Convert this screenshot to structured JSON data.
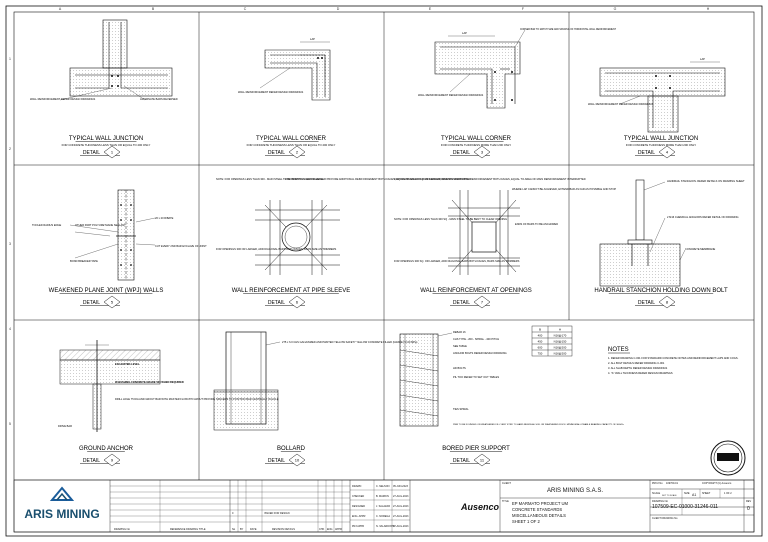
{
  "grid": {
    "cols": [
      "A",
      "B",
      "C",
      "D",
      "E",
      "F",
      "G",
      "H"
    ],
    "rows": [
      "1",
      "2",
      "3",
      "4",
      "5"
    ]
  },
  "details": [
    {
      "title": "TYPICAL WALL JUNCTION",
      "subtitle": "FOR CONCRETE THICKNESS LESS THAN OR EQUAL TO 200 ONLY",
      "label": "DETAIL",
      "num": "1",
      "notes": [
        "WALL REINFORCEMENT REFER DESIGN DRAWINGS",
        "ALTERNATE BARS REVERSED"
      ]
    },
    {
      "title": "TYPICAL WALL CORNER",
      "subtitle": "FOR CONCRETE THICKNESS LESS THAN OR EQUAL TO 200 ONLY",
      "label": "DETAIL",
      "num": "2",
      "notes": [
        "WALL REINFORCEMENT REFER DESIGN DRAWINGS",
        "LAP"
      ]
    },
    {
      "title": "TYPICAL WALL CORNER",
      "subtitle": "FOR CONCRETE THICKNESS MORE THAN 200 ONLY",
      "label": "DETAIL",
      "num": "3",
      "notes": [
        "CORNER BAR TO MATCH SIZE AND SPACING OF HORIZONTAL WALL REINFORCEMENT",
        "WALL REINFORCEMENT REFER DESIGN DRAWINGS",
        "LAP"
      ]
    },
    {
      "title": "TYPICAL WALL JUNCTION",
      "subtitle": "FOR CONCRETE THICKNESS MORE THAN 200 ONLY",
      "label": "DETAIL",
      "num": "4",
      "notes": [
        "WALL REINFORCEMENT REFER DESIGN DRAWINGS",
        "LAP"
      ]
    },
    {
      "title": "WEAKENED PLANE JOINT (WPJ) WALLS",
      "subtitle": "",
      "label": "DETAIL",
      "num": "5",
      "notes": [
        "TOOLED RADIUS EDGE",
        "OTHER PART POLYURETHANE SEALANT",
        "CUT EVERY 2ND BAR EXCLAVE OF JOINT",
        "BOND BREAKER TAPE",
        "20 x 20 RIBATE"
      ]
    },
    {
      "title": "WALL REINFORCEMENT AT PIPE SLEEVE",
      "subtitle": "",
      "label": "DETAIL",
      "num": "6",
      "notes": [
        "NOTE: FOR OPENINGS LESS THAN 300 - MAIN STEEL TO BE BENT TO CLEAR SLEEVE",
        "FOR OPENINGS 300 OR LARGER PROVIDE ADDITIONAL REINFORCEMENT BOTH FACES, EQUAL TO AREA OF MAIN REINFORCEMENT INTERRUPTED",
        "FOR OPENINGS 300 OR LARGER, ADD DIAGONAL BARS BOTH FACES, BARS SIZE AS TRIMMERS"
      ]
    },
    {
      "title": "WALL REINFORCEMENT AT OPENINGS",
      "subtitle": "",
      "label": "DETAIL",
      "num": "7",
      "notes": [
        "FOR OPENINGS 300 SQ. OR LARGER, PROVIDE ADDITIONAL REINFORCEMENT BOTH FACES, EQUAL TO AREA OF MAIN REINFORCEMENT INTERRUPTED",
        "WHERE LAP CANNOT BE ACHIEVED, EXTEND BAR AS FAR AS POSSIBLE AND STOP",
        "NOTE: FOR OPENINGS LESS THAN 300 SQ - MAIN STEEL TO BE BENT TO CLEAR OPENING",
        "ENDS OF BARS TO BE ANCHORED",
        "FOR OPENINGS 300 SQ. OR LARGER, ADD DIAGONAL BARS BOTH FACES, BARS SIZE AS TRIMMERS"
      ]
    },
    {
      "title": "HANDRAIL STANCHION HOLDING DOWN BOLT",
      "subtitle": "",
      "label": "DETAIL",
      "num": "8",
      "notes": [
        "HANDRAIL STANCHION. REFER DETAILS ON DRAWING SHEET",
        "2 M16 CHEMICAL ANCHORS REFER DETAIL ON DRAWING",
        "CONCRETE MEMBRANE"
      ]
    },
    {
      "title": "GROUND ANCHOR",
      "subtitle": "",
      "label": "DETAIL",
      "num": "9",
      "notes": [
        "EXCAVATED LEVEL",
        "ID BUSHING CONCRETE GRADE 500 WHEN REQUIRED",
        "DRILL HOLE 75 DIA AND GROUT BAR WITH MASTER FLOW 870 GROUT PROVIDE SPACERS TO POSITION BAR CENTRALLY IN HOLE",
        "DRIVE BAR"
      ]
    },
    {
      "title": "BOLLARD",
      "subtitle": "",
      "label": "DETAIL",
      "num": "10",
      "notes": [
        "275 x 6.0 CHS GALVANIZED AND PAINTED YELLOW SAFETY YELLOW CONCRETE FILLED (GRADE f'c=20 MPa)"
      ]
    },
    {
      "title": "BORED PIER SUPPORT",
      "subtitle": "",
      "label": "DETAIL",
      "num": "11",
      "notes": [
        "REBAR 16",
        "CHS TYPE - 200 - SPIRAL - 400 PITCH",
        "SEE TABLE",
        "ANCHOR BOLTS REFER DESIGN DRAWING",
        "HD BOLTS",
        "PIL TOO REFER TO SET OUT TABLES",
        "TIES SPIRAL",
        "PIER TO BE FOUNDED ON WEATHERED FILL VERY STIFF TO HARD RESIDUAL SOIL OR WEATHERED ROCK. MINIMUM ALLOWABLE BEARING CAPACITY OF 300kPa"
      ]
    }
  ],
  "pier_table": {
    "headers": [
      "B",
      "H"
    ],
    "rows": [
      [
        "400",
        "N16@170"
      ],
      [
        "450",
        "N16@150"
      ],
      [
        "600",
        "N16@200"
      ],
      [
        "750",
        "N16@200"
      ]
    ]
  },
  "notes_block": {
    "heading": "NOTES",
    "items": [
      "1.  REFER DRAWING C-001 FOR STANDARD CONCRETE NOTES AND REINFORCEMENT LAPS AND COGS.",
      "2.  ALL BOLT DETAILS REFER DRAWING C-001",
      "3.  ALL SLAB DEPTH REFER DESIGN DRAWINGS",
      "4.  \"A\" WALL THICKNESS REFER DESIGN DRAWINGS"
    ]
  },
  "titleblock": {
    "client_logo": "ARIS MINING",
    "contractor_logo": "Ausenco",
    "client_label": "CLIENT",
    "client": "ARIS MINING S.A.S.",
    "title_label": "TITLE",
    "title_lines": [
      "EP MARMATO PROJECT UM",
      "CONCRETE STANDARDS",
      "MISCELLANEOUS DETAILS",
      "SHEET 1 OF 2"
    ],
    "drawn": "DRAWN",
    "drawn_by": "C. NELSON",
    "drawn_date": "05-JUN-2023",
    "checked": "CHECKED",
    "checked_by": "B. MARKIN",
    "checked_date": "27-AUG-2023",
    "designed": "DESIGNED",
    "designed_by": "J. SALAZAR",
    "designed_date": "27-AUG-2023",
    "eng_appr": "ENG. APPR",
    "eng_appr_by": "C. NOREGA",
    "eng_appr_date": "27-AUG-2023",
    "prj_appr": "PRJ APPR",
    "prj_appr_by": "N. VALARDINTS",
    "prj_appr_date": "27-AUG-2023",
    "proj_no_label": "PROJ No",
    "proj_no": "109769-01",
    "copyright": "COPYRIGHT (C) Ausenco",
    "scale_label": "SCALE",
    "scale": "NOT TO SCALE",
    "size_label": "SIZE",
    "size": "A1",
    "sheet_label": "SHEET",
    "sheet": "1 OF 2",
    "drawing_no_label": "DRAWING No",
    "drawing_no": "107509-EC-01000-31246-011",
    "rev_label": "REV",
    "rev": "0",
    "client_drawing_label": "CLIENT DRAWING No",
    "col_drawing_no": "DRAWING No",
    "col_ref": "REFERENCE DRAWING TITLE",
    "col_no": "No",
    "col_by": "BY",
    "col_date": "DATE",
    "col_rev_details": "REVISION DETAILS",
    "col_chk": "CHK",
    "col_eng": "ENG",
    "col_appr": "APPR",
    "rev_row_no": "0",
    "rev_row_detail": "ISSUED FOR DESIGN"
  },
  "colors": {
    "line": "#111111",
    "hatch": "#888888",
    "concrete": "#dcdcdc",
    "logo_blue": "#1a5c9a",
    "logo_teal": "#1a4f6e"
  }
}
